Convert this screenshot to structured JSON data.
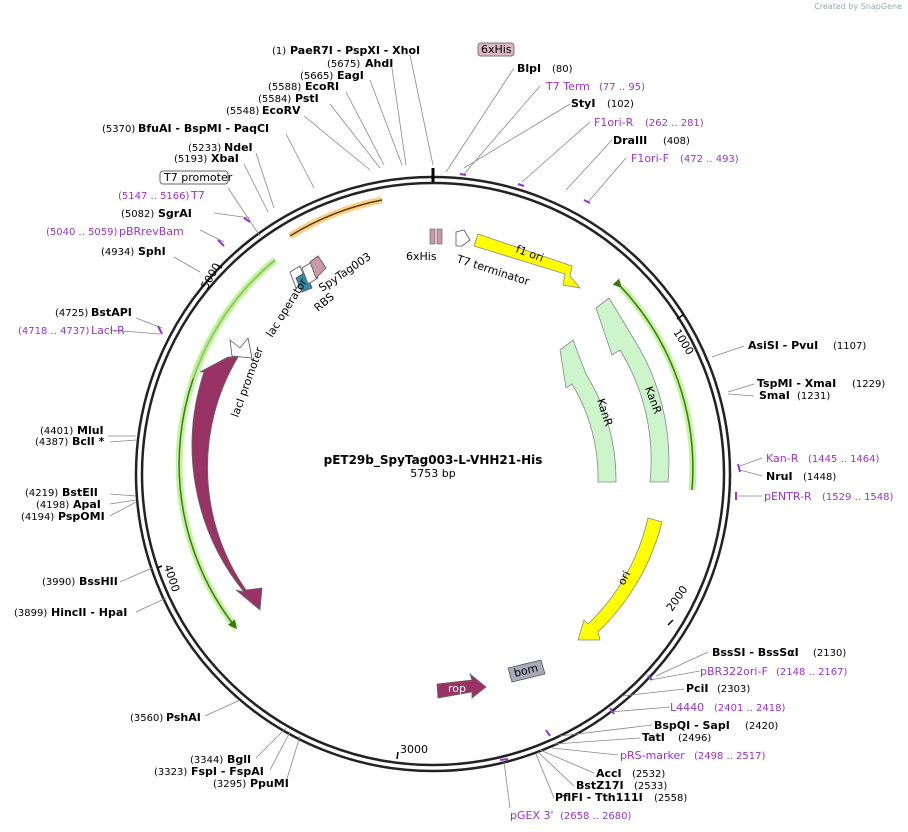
{
  "credit": "Created by SnapGene",
  "plasmid": {
    "name": "pET29b_SpyTag003-L-VHH21-His",
    "size": "5753 bp"
  },
  "ticks": {
    "t1000": "1000",
    "t2000": "2000",
    "t3000": "3000",
    "t4000": "4000",
    "t5000": "5000"
  },
  "features": {
    "f1ori": "f1 ori",
    "kanr_outer": "KanR",
    "kanr_inner": "KanR",
    "ori": "ori",
    "lacI": "lacI",
    "rop": "rop",
    "bom": "bom",
    "laci_promoter": "lacI promoter",
    "lac_operator": "lac operator",
    "rbs": "RBS",
    "spytag": "SpyTag003",
    "sixhis": "6xHis",
    "t7term": "T7 terminator",
    "t7promoter": "T7 promoter",
    "sixhis_box": "6xHis"
  },
  "sites": [
    {
      "n": "(1)",
      "name": "PaeR7I - PspXI - XhoI"
    },
    {
      "n": "(5675)",
      "name": "AhdI"
    },
    {
      "n": "(5665)",
      "name": "EagI"
    },
    {
      "n": "(5588)",
      "name": "EcoRI"
    },
    {
      "n": "(5584)",
      "name": "PstI"
    },
    {
      "n": "(5548)",
      "name": "EcoRV"
    },
    {
      "n": "(5370)",
      "name": "BfuAI - BspMI - PaqCI"
    },
    {
      "n": "(5233)",
      "name": "NdeI"
    },
    {
      "n": "(5193)",
      "name": "XbaI"
    },
    {
      "n": "(5082)",
      "name": "SgrAI"
    },
    {
      "n": "(4934)",
      "name": "SphI"
    },
    {
      "n": "(4725)",
      "name": "BstAPI"
    },
    {
      "n": "(4401)",
      "name": "MluI"
    },
    {
      "n": "(4387)",
      "name": "BclI *"
    },
    {
      "n": "(4219)",
      "name": "BstEII"
    },
    {
      "n": "(4198)",
      "name": "ApaI"
    },
    {
      "n": "(4194)",
      "name": "PspOMI"
    },
    {
      "n": "(3990)",
      "name": "BssHII"
    },
    {
      "n": "(3899)",
      "name": "HincII - HpaI"
    },
    {
      "n": "(3560)",
      "name": "PshAI"
    },
    {
      "n": "(3344)",
      "name": "BglI"
    },
    {
      "n": "(3323)",
      "name": "FspI - FspAI"
    },
    {
      "n": "(3295)",
      "name": "PpuMI"
    },
    {
      "name": "BlpI",
      "n": "(80)"
    },
    {
      "name": "StyI",
      "n": "(102)"
    },
    {
      "name": "DraIII",
      "n": "(408)"
    },
    {
      "name": "AsiSI - PvuI",
      "n": "(1107)"
    },
    {
      "name": "TspMI - XmaI",
      "n": "(1229)"
    },
    {
      "name": "SmaI",
      "n": "(1231)"
    },
    {
      "name": "NruI",
      "n": "(1448)"
    },
    {
      "name": "BssSI - BssSαI",
      "n": "(2130)"
    },
    {
      "name": "PciI",
      "n": "(2303)"
    },
    {
      "name": "BspQI - SapI",
      "n": "(2420)"
    },
    {
      "name": "TatI",
      "n": "(2496)"
    },
    {
      "name": "AccI",
      "n": "(2532)"
    },
    {
      "name": "BstZ17I",
      "n": "(2533)"
    },
    {
      "name": "PflFI - Tth111I",
      "n": "(2558)"
    }
  ],
  "primers": [
    {
      "name": "T7 Term",
      "range": "(77 .. 95)"
    },
    {
      "name": "F1ori-R",
      "range": "(262 .. 281)"
    },
    {
      "name": "F1ori-F",
      "range": "(472 .. 493)"
    },
    {
      "name": "Kan-R",
      "range": "(1445 .. 1464)"
    },
    {
      "name": "pENTR-R",
      "range": "(1529 .. 1548)"
    },
    {
      "name": "pBR322ori-F",
      "range": "(2148 .. 2167)"
    },
    {
      "name": "L4440",
      "range": "(2401 .. 2418)"
    },
    {
      "name": "pRS-marker",
      "range": "(2498 .. 2517)"
    },
    {
      "name": "pGEX 3'",
      "range": "(2658 .. 2680)"
    },
    {
      "name": "LacI-R",
      "range": "(4718 .. 4737)"
    },
    {
      "name": "pBRrevBam",
      "range": "(5040 .. 5059)"
    },
    {
      "name": "T7",
      "range": "(5147 .. 5166)"
    }
  ],
  "colors": {
    "kanr": "#ccf5cc",
    "ori": "#ffff00",
    "laci": "#993366",
    "bom": "#a9a9b9",
    "primer": "#9933cc",
    "orf": "#3a7a10",
    "glow": "#b8f08a",
    "spytag": "#cc99aa"
  }
}
